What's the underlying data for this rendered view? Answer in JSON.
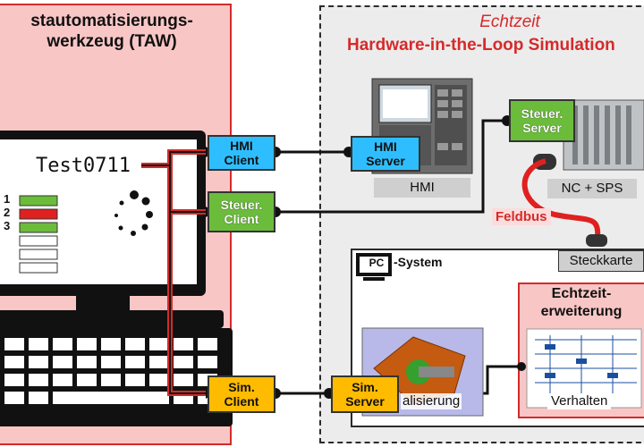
{
  "taw": {
    "title_line1": "stautomatisierungs-",
    "title_line2": "werkzeug (TAW)",
    "test_name": "Test0711",
    "test_list": [
      "1",
      "2",
      "3"
    ]
  },
  "hil": {
    "subtitle": "Echtzeit",
    "title": "Hardware-in-the-Loop Simulation"
  },
  "clients": {
    "hmi_client": [
      "HMI",
      "Client"
    ],
    "steuer_client": [
      "Steuer.",
      "Client"
    ],
    "sim_client": [
      "Sim.",
      "Client"
    ]
  },
  "servers": {
    "hmi_server": [
      "HMI",
      "Server"
    ],
    "steuer_server": [
      "Steuer.",
      "Server"
    ],
    "sim_server": [
      "Sim.",
      "Server"
    ]
  },
  "labels": {
    "hmi": "HMI",
    "nc_sps": "NC + SPS",
    "feldbus": "Feldbus",
    "steckkarte": "Steckkarte",
    "pc_icon": "PC",
    "pc_system": "-System",
    "visualisierung": "alisierung",
    "verhalten": "Verhalten"
  },
  "realtime": {
    "title_line1": "Echtzeit-",
    "title_line2": "erweiterung"
  },
  "colors": {
    "red": "#d62a2a",
    "blue": "#2ebeff",
    "green": "#6cbc3c",
    "orange": "#ffbb00",
    "pink_panel": "#f9c6c6",
    "gray_panel": "#ececec"
  }
}
